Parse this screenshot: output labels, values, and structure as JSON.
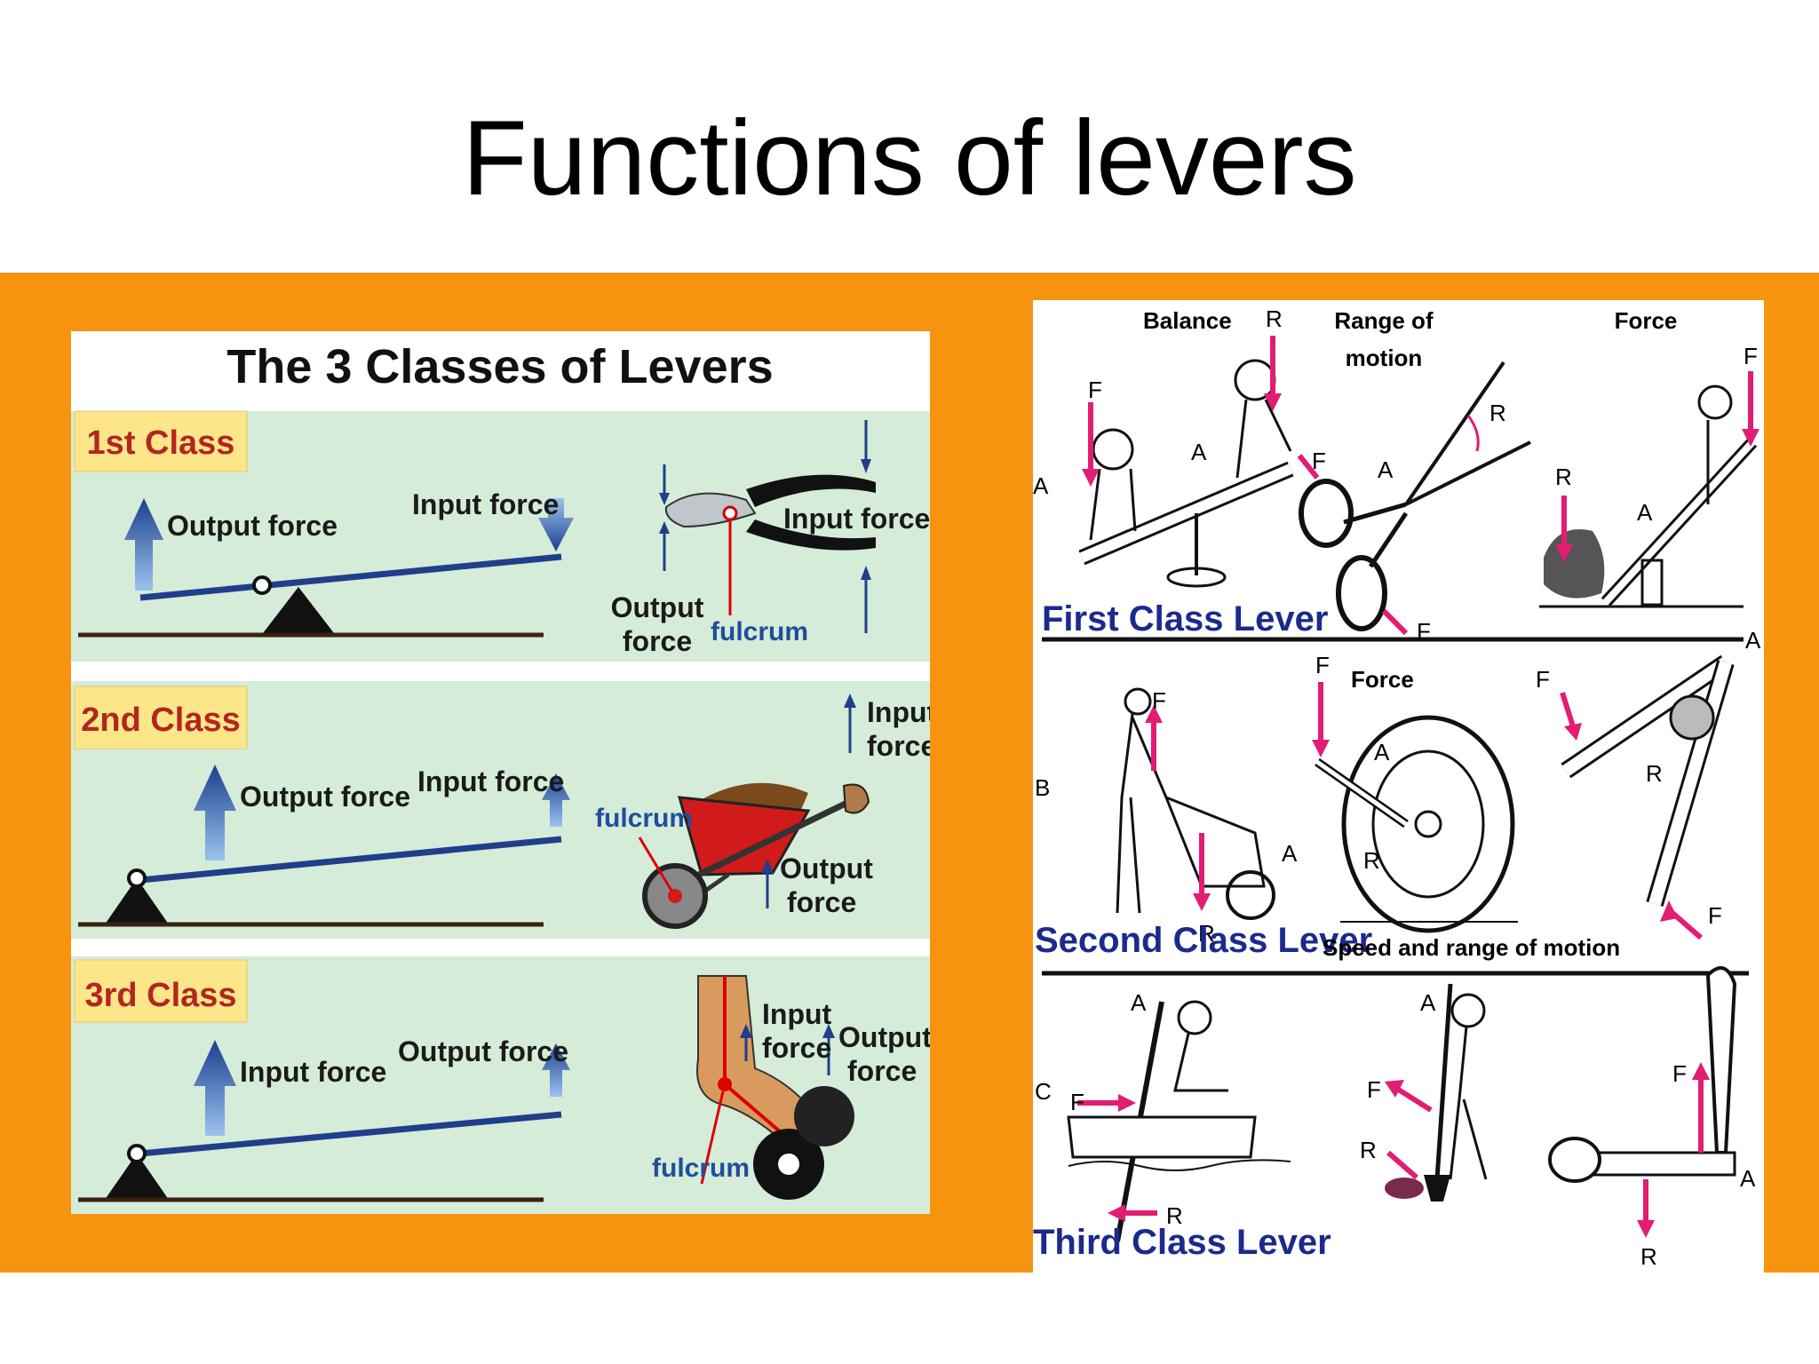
{
  "slide": {
    "title": "Functions of levers"
  },
  "colors": {
    "band": "#f7940f",
    "panel_bg": "#d4ecd8",
    "accent_blue": "#1f4e9c",
    "tab_yellow": "#fde68a",
    "pink_arrow": "#e11d74"
  },
  "left": {
    "heading": "The 3 Classes of Levers",
    "first": {
      "tab": "1st Class",
      "output": "Output force",
      "input": "Input force",
      "pliers_input": "Input force",
      "pliers_output_1": "Output",
      "pliers_output_2": "force",
      "fulcrum": "fulcrum"
    },
    "second": {
      "tab": "2nd Class",
      "output": "Output force",
      "input": "Input force",
      "wb_input_1": "Input",
      "wb_input_2": "force",
      "fulcrum": "fulcrum",
      "wb_output_1": "Output",
      "wb_output_2": "force"
    },
    "third": {
      "tab": "3rd Class",
      "input": "Input force",
      "output": "Output force",
      "arm_input_1": "Input",
      "arm_input_2": "force",
      "arm_output_1": "Output",
      "arm_output_2": "force",
      "fulcrum": "fulcrum"
    }
  },
  "right": {
    "row1": {
      "c1": "Balance",
      "c2a": "Range of",
      "c2b": "motion",
      "c3": "Force",
      "title": "First Class Lever",
      "row_letter": "A"
    },
    "row2": {
      "c2": "Force",
      "caption": "Speed and range of motion",
      "title": "Second Class Lever",
      "row_letter": "B"
    },
    "row3": {
      "title": "Third Class Lever",
      "row_letter": "C"
    },
    "letters": {
      "F": "F",
      "R": "R",
      "A": "A"
    }
  }
}
